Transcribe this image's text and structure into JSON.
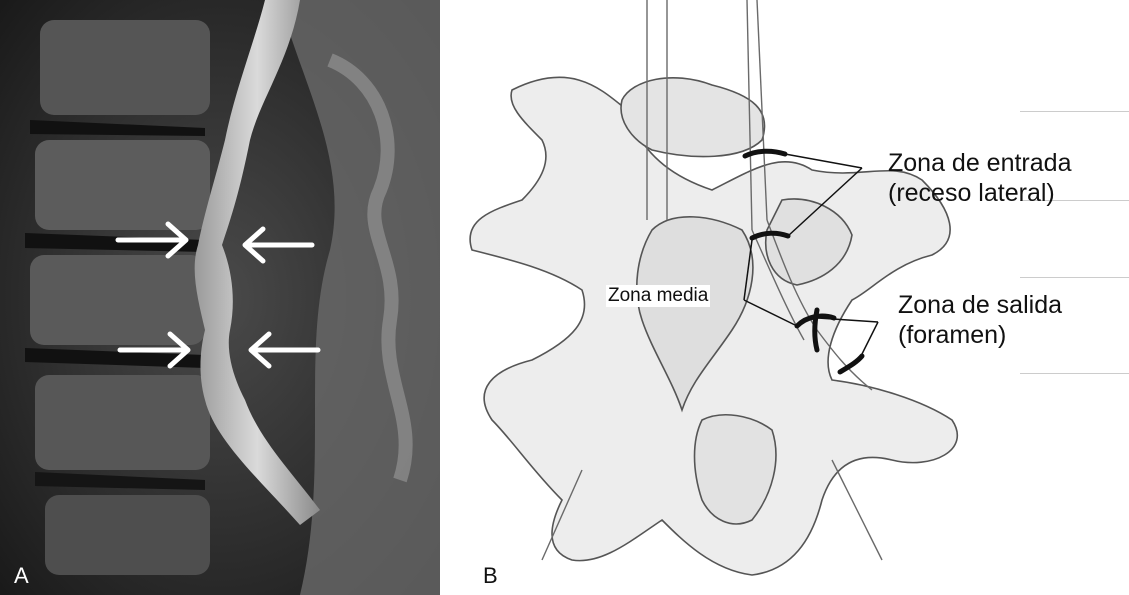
{
  "panel_a": {
    "letter": "A"
  },
  "panel_b": {
    "letter": "B",
    "labels": {
      "entry_zone_line1": "Zona de entrada",
      "entry_zone_line2": "(receso lateral)",
      "middle_zone": "Zona media",
      "exit_zone_line1": "Zona de salida",
      "exit_zone_line2": "(foramen)"
    }
  },
  "colors": {
    "mri_background": "#2a2a2a",
    "arrow": "#ffffff",
    "line_art": "#555555",
    "marker": "#111111"
  }
}
